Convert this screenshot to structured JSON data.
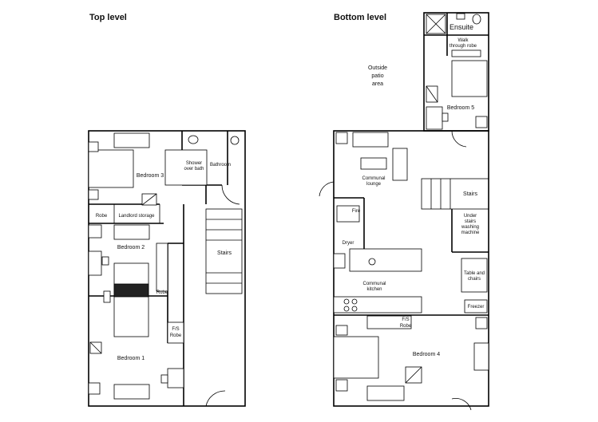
{
  "headings": {
    "top_level": "Top level",
    "bottom_level": "Bottom level"
  },
  "top_level": {
    "bedroom3": "Bedroom 3",
    "shower_line1": "Shower",
    "shower_line2": "over bath",
    "bathroom": "Bathroom",
    "robe_left": "Robe",
    "landlord_storage": "Landlord storage",
    "bedroom2": "Bedroom 2",
    "stairs": "Stairs",
    "robe_mid": "Robe",
    "fs_line1": "F/S",
    "fs_line2": "Robe",
    "bedroom1": "Bedroom 1"
  },
  "bottom_level": {
    "ensuite": "Ensuite",
    "walk_line1": "Walk",
    "walk_line2": "through robe",
    "outside_line1": "Outside",
    "outside_line2": "patio",
    "outside_line3": "area",
    "bedroom5": "Bedroom 5",
    "lounge_line1": "Communal",
    "lounge_line2": "lounge",
    "stairs": "Stairs",
    "fire": "Fire",
    "under_line1": "Under",
    "under_line2": "stairs",
    "under_line3": "washing",
    "under_line4": "machine",
    "dryer": "Dryer",
    "table_line1": "Table and",
    "table_line2": "chairs",
    "kitchen_line1": "Communal",
    "kitchen_line2": "kitchen",
    "freezer": "Freezer",
    "fs_line1": "F/S",
    "fs_line2": "Robe",
    "bedroom4": "Bedroom 4"
  }
}
